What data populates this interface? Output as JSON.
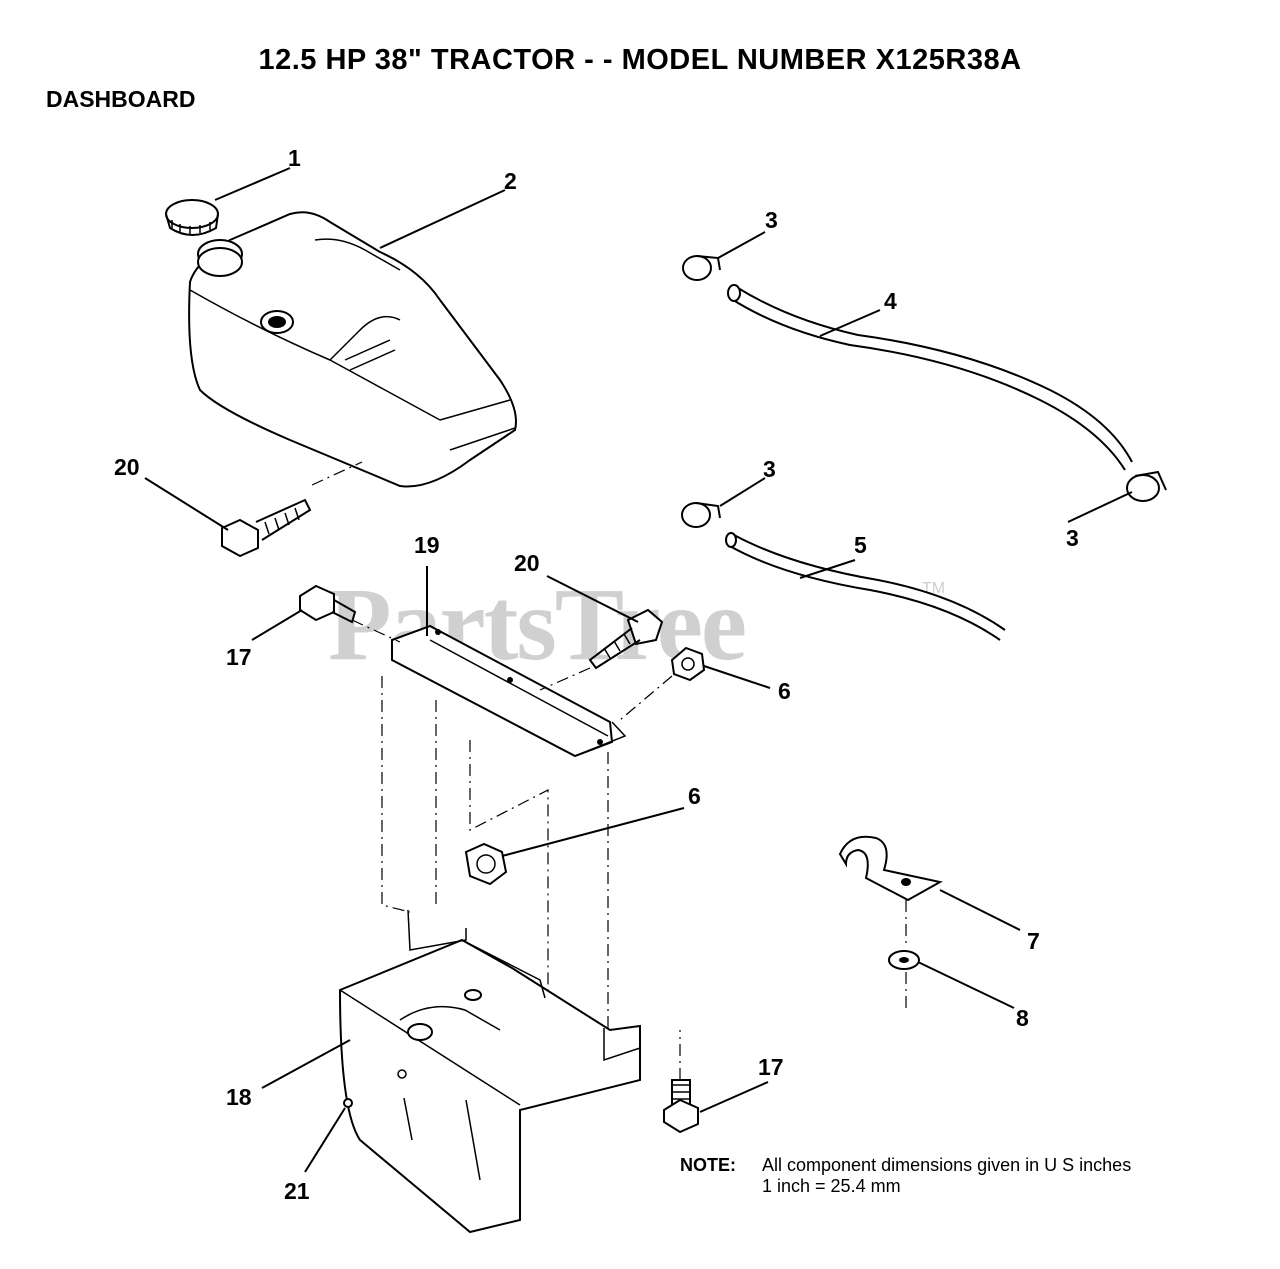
{
  "title": "12.5 HP 38\" TRACTOR - - MODEL NUMBER X125R38A",
  "section": "DASHBOARD",
  "watermark": "PartsTree",
  "trademark": "TM",
  "callouts": {
    "c1": "1",
    "c2": "2",
    "c3a": "3",
    "c3b": "3",
    "c3c": "3",
    "c4": "4",
    "c5": "5",
    "c6a": "6",
    "c6b": "6",
    "c7": "7",
    "c8": "8",
    "c17a": "17",
    "c17b": "17",
    "c18": "18",
    "c19": "19",
    "c20a": "20",
    "c20b": "20",
    "c21": "21"
  },
  "note": {
    "label": "NOTE:",
    "line1": "All component dimensions given in U S  inches",
    "line2": "1 inch = 25.4 mm"
  }
}
